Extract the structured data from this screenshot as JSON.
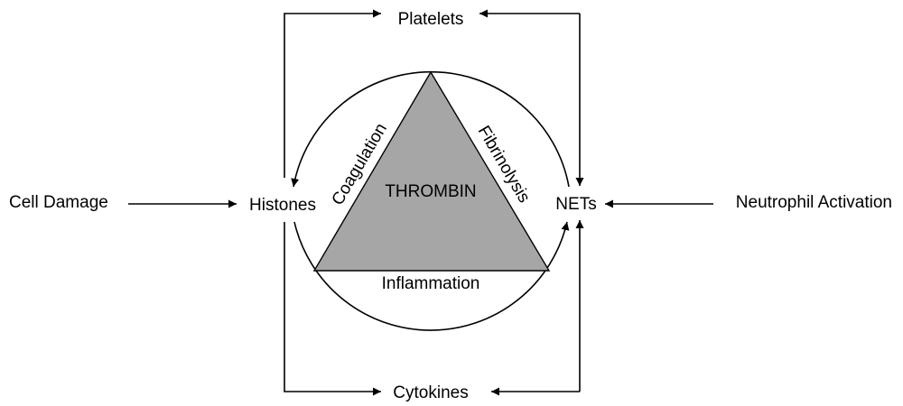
{
  "nodes": {
    "platelets": "Platelets",
    "histones": "Histones",
    "nets": "NETs",
    "cytokines": "Cytokines",
    "cell_damage": "Cell Damage",
    "neutrophil_activation": "Neutrophil Activation"
  },
  "triangle": {
    "center": "THROMBIN",
    "left_side": "Coagulation",
    "right_side": "Fibrinolysis",
    "bottom_side": "Inflammation"
  },
  "colors": {
    "triangle_fill": "#a6a6a6",
    "stroke": "#000000",
    "background": "#ffffff"
  }
}
